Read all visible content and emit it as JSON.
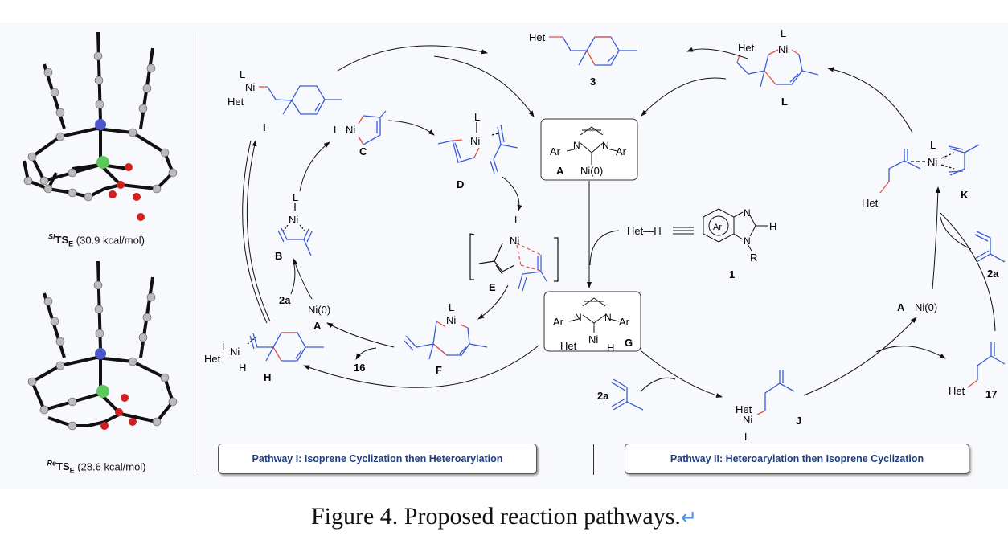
{
  "figure": {
    "caption": "Figure 4. Proposed reaction pathways.",
    "caption_return_mark": "↵"
  },
  "transition_states": [
    {
      "superscript": "Si",
      "name": "TS",
      "subscript": "E",
      "energy": "(30.9 kcal/mol)"
    },
    {
      "superscript": "Re",
      "name": "TS",
      "subscript": "E",
      "energy": "(28.6 kcal/mol)"
    }
  ],
  "pathways": [
    {
      "label": "Pathway I: Isoprene Cyclization then Heteroarylation"
    },
    {
      "label": "Pathway II: Heteroarylation then Isoprene Cyclization"
    }
  ],
  "compound_labels": {
    "A": "A",
    "B": "B",
    "C": "C",
    "D": "D",
    "E": "E",
    "F": "F",
    "G": "G",
    "H": "H",
    "I": "I",
    "J": "J",
    "K": "K",
    "L": "L",
    "product_3": "3",
    "reagent_1": "1",
    "reagent_2a": "2a",
    "product_16": "16",
    "product_17": "17"
  },
  "atom_labels": {
    "Ni": "Ni",
    "Ni0": "Ni(0)",
    "L": "L",
    "Het": "Het",
    "H": "H",
    "N": "N",
    "Ar": "Ar",
    "R": "R",
    "HetH": "Het—H",
    "equiv": "≡≡"
  },
  "colors": {
    "bond_blue": "#3a5bd9",
    "bond_red": "#e0504a",
    "pathway_text": "#1f3f80",
    "ni_atom": "#5cc85c",
    "n_atom": "#4b56c8",
    "o_atom": "#d02020"
  }
}
